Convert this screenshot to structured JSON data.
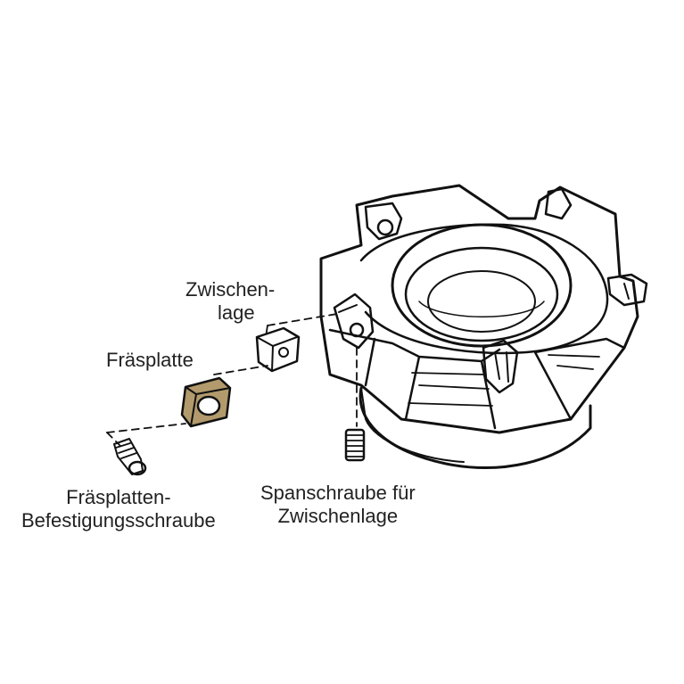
{
  "labels": {
    "zwischenlage": [
      "Zwischen-",
      "lage"
    ],
    "fraesplatte": "Fräsplatte",
    "befestigungsschraube": [
      "Fräsplatten-",
      "Befestigungsschraube"
    ],
    "spanschraube": [
      "Spanschraube für",
      "Zwischenlage"
    ]
  },
  "colors": {
    "line": "#111111",
    "insert_fill": "#b29a6c",
    "background": "#ffffff"
  }
}
